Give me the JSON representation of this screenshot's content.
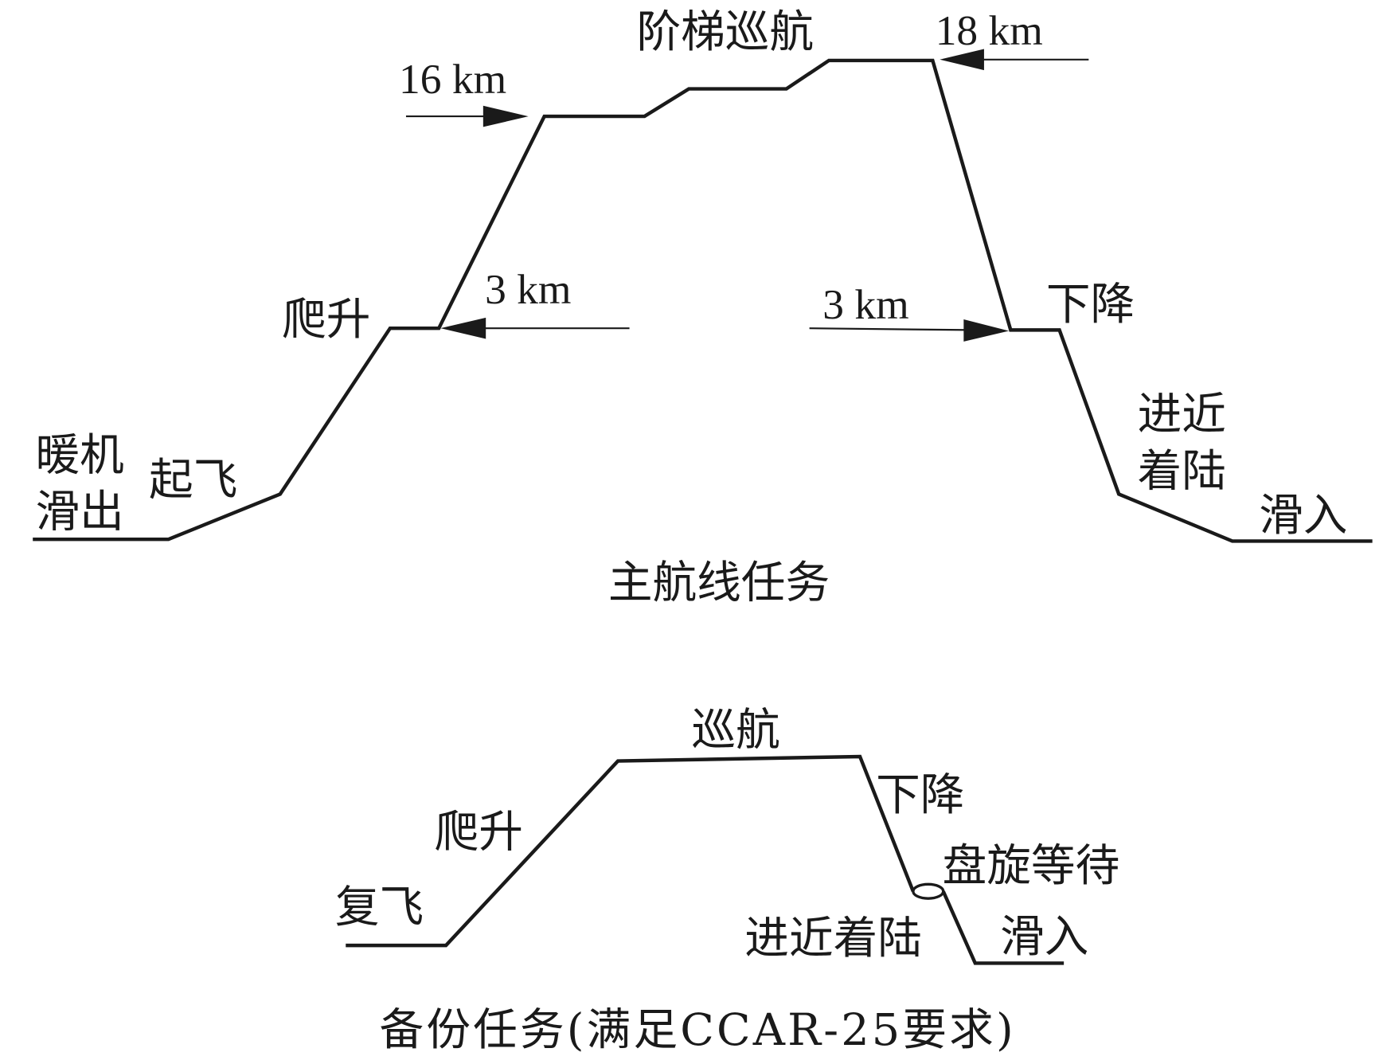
{
  "main_mission": {
    "caption": "主航线任务",
    "phases": {
      "warmup": "暖机",
      "taxi_out": "滑出",
      "takeoff": "起飞",
      "climb": "爬升",
      "step_cruise": "阶梯巡航",
      "descent": "下降",
      "approach": "进近",
      "landing": "着陆",
      "taxi_in": "滑入"
    },
    "altitudes": {
      "climb_end_alt": "16 km",
      "cruise_top_alt": "18 km",
      "climb_step_alt": "3 km",
      "descent_step_alt": "3 km"
    }
  },
  "reserve_mission": {
    "caption": "备份任务(满足CCAR-25要求)",
    "phases": {
      "go_around": "复飞",
      "climb": "爬升",
      "cruise": "巡航",
      "descent": "下降",
      "holding": "盘旋等待",
      "approach_landing": "进近着陆",
      "taxi_in": "滑入"
    }
  }
}
